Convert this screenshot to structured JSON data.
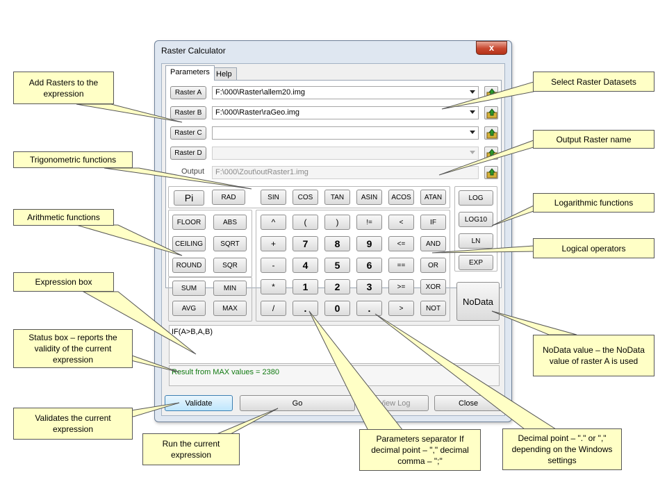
{
  "window": {
    "title": "Raster Calculator",
    "close_label": "x"
  },
  "tabs": [
    {
      "label": "Parameters"
    },
    {
      "label": "Help"
    }
  ],
  "rasters": [
    {
      "button": "Raster A",
      "value": "F:\\000\\Raster\\allem20.img"
    },
    {
      "button": "Raster B",
      "value": "F:\\000\\Raster\\raGeo.img"
    },
    {
      "button": "Raster C",
      "value": ""
    },
    {
      "button": "Raster D",
      "value": ""
    }
  ],
  "output": {
    "label": "Output",
    "value": "F:\\000\\Zout\\outRaster1.img"
  },
  "trig_row": [
    "Pi",
    "RAD",
    "SIN",
    "COS",
    "TAN",
    "ASIN",
    "ACOS",
    "ATAN"
  ],
  "arith": {
    "rows": [
      [
        "FLOOR",
        "ABS"
      ],
      [
        "CEILING",
        "SQRT"
      ],
      [
        "ROUND",
        "SQR"
      ]
    ]
  },
  "agg": {
    "rows": [
      [
        "SUM",
        "MIN"
      ],
      [
        "AVG",
        "MAX"
      ]
    ]
  },
  "keypad": [
    [
      "^",
      "(",
      ")",
      "!=",
      "<",
      "IF"
    ],
    [
      "+",
      "7",
      "8",
      "9",
      "<=",
      "AND"
    ],
    [
      "-",
      "4",
      "5",
      "6",
      "==",
      "OR"
    ],
    [
      "*",
      "1",
      "2",
      "3",
      ">=",
      "XOR"
    ],
    [
      "/",
      ".",
      "0",
      ".",
      ">",
      "NOT"
    ]
  ],
  "log_buttons": [
    "LOG",
    "LOG10",
    "LN",
    "EXP"
  ],
  "nodata_label": "NoData",
  "expression": "IF(A>B,A,B)",
  "status": {
    "text": "Result from MAX values = 2380",
    "color": "#127a12"
  },
  "bottom": {
    "validate": "Validate",
    "go": "Go",
    "viewlog": "View Log",
    "close": "Close"
  },
  "callouts": {
    "add_rasters": "Add Rasters to the expression",
    "trig": "Trigonometric functions",
    "arith": "Arithmetic functions",
    "expr_box": "Expression box",
    "status_box": "Status box – reports the validity of the current expression",
    "validates": "Validates the current expression",
    "run": "Run the current expression",
    "param_sep": "Parameters separator If decimal point – \",\" decimal comma – \";\"",
    "decimal": "Decimal point – \".\" or \",\" depending on the Windows settings",
    "select_ds": "Select Raster Datasets",
    "out_name": "Output Raster name",
    "log_fn": "Logarithmic functions",
    "logical": "Logical operators",
    "nodata": "NoData value – the NoData value of raster A is used"
  }
}
